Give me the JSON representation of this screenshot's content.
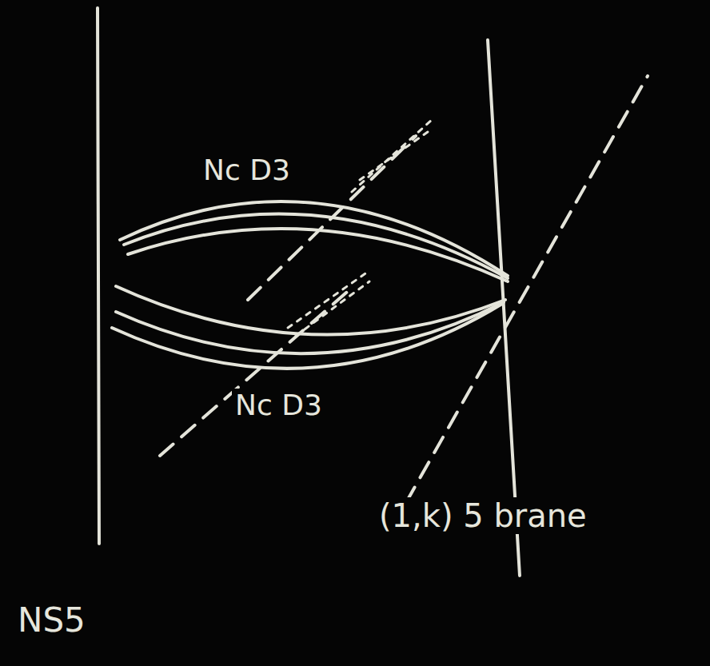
{
  "diagram": {
    "labels": [
      "Nc D3",
      "Nc D3",
      "NS5",
      "(1,k) 5 brane"
    ]
  }
}
